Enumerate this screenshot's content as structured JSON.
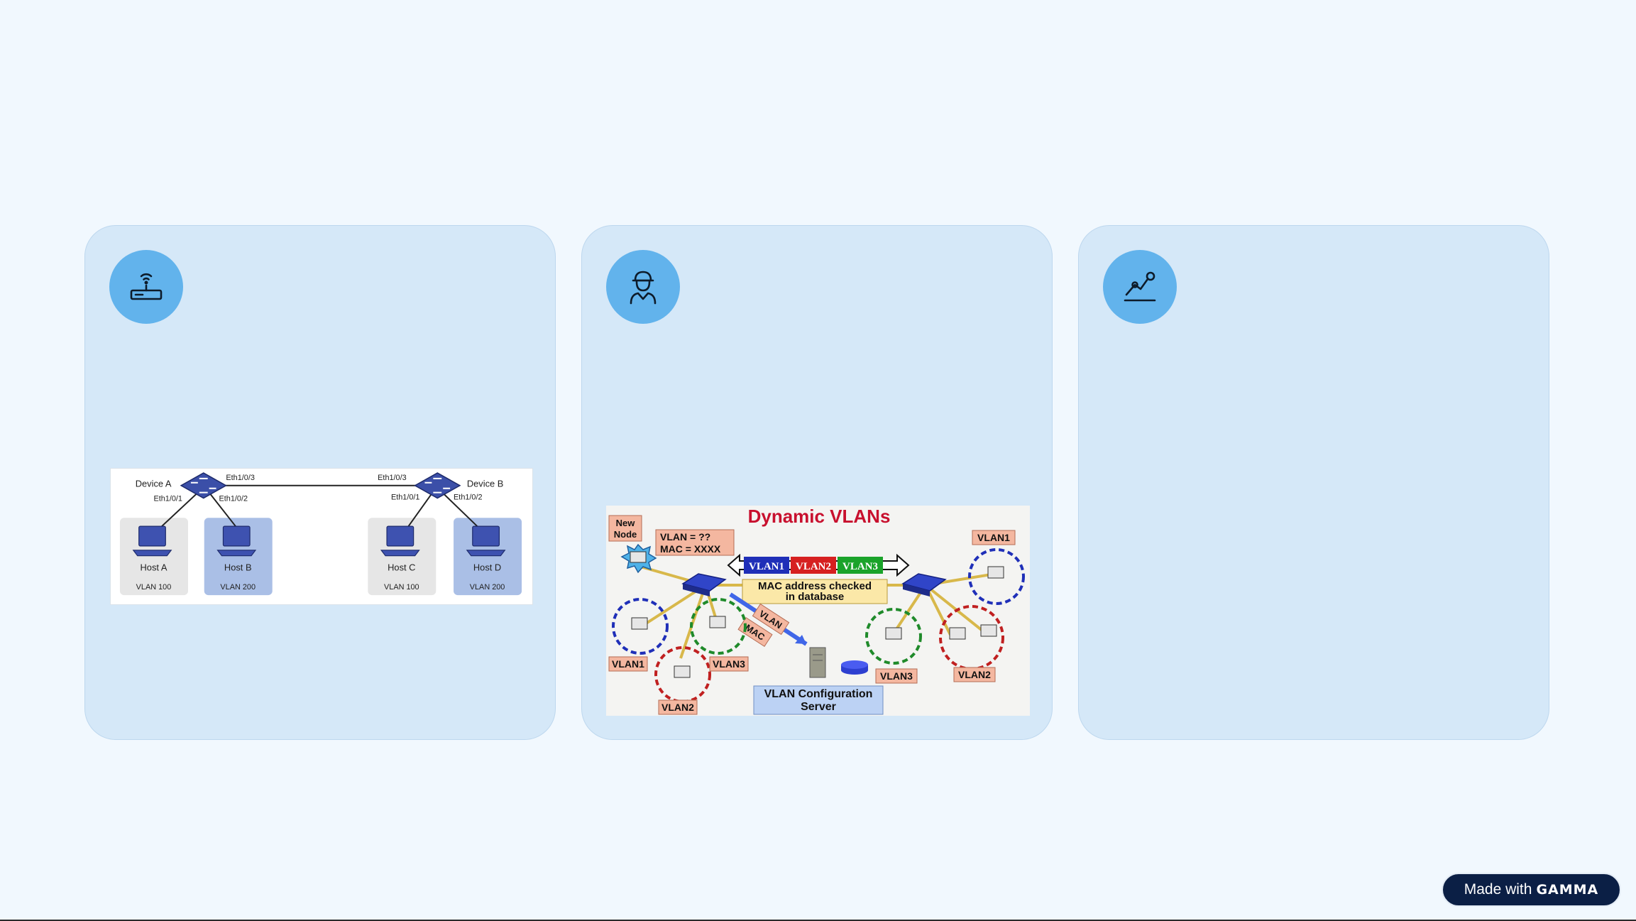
{
  "cards": [
    {
      "icon": "router-icon",
      "diagram": {
        "device_a": "Device A",
        "device_b": "Device B",
        "ports": {
          "a_eth3": "Eth1/0/3",
          "a_eth1": "Eth1/0/1",
          "a_eth2": "Eth1/0/2",
          "b_eth3": "Eth1/0/3",
          "b_eth1": "Eth1/0/1",
          "b_eth2": "Eth1/0/2"
        },
        "hosts": [
          {
            "name": "Host A",
            "vlan": "VLAN 100"
          },
          {
            "name": "Host B",
            "vlan": "VLAN 200"
          },
          {
            "name": "Host C",
            "vlan": "VLAN 100"
          },
          {
            "name": "Host D",
            "vlan": "VLAN 200"
          }
        ]
      }
    },
    {
      "icon": "technician-icon",
      "diagram": {
        "title": "Dynamic VLANs",
        "new_node": [
          "New",
          "Node"
        ],
        "node_info": [
          "VLAN = ??",
          "MAC = XXXX"
        ],
        "trunk_vlans": [
          "VLAN1",
          "VLAN2",
          "VLAN3"
        ],
        "mac_check": [
          "MAC address checked",
          "in database"
        ],
        "arrow_vlan": "VLAN",
        "arrow_mac": "MAC",
        "server_label": [
          "VLAN Configuration",
          "Server"
        ],
        "left_groups": [
          "VLAN1",
          "VLAN2",
          "VLAN3"
        ],
        "right_groups": [
          "VLAN1",
          "VLAN3",
          "VLAN2"
        ]
      }
    },
    {
      "icon": "analytics-icon"
    }
  ],
  "footer": {
    "made_with": "Made with",
    "brand": "GAMMA"
  },
  "colors": {
    "background": "#f1f8fe",
    "card": "#d5e8f8",
    "icon_circle": "#62b3ec",
    "badge": "#0b1f45"
  }
}
